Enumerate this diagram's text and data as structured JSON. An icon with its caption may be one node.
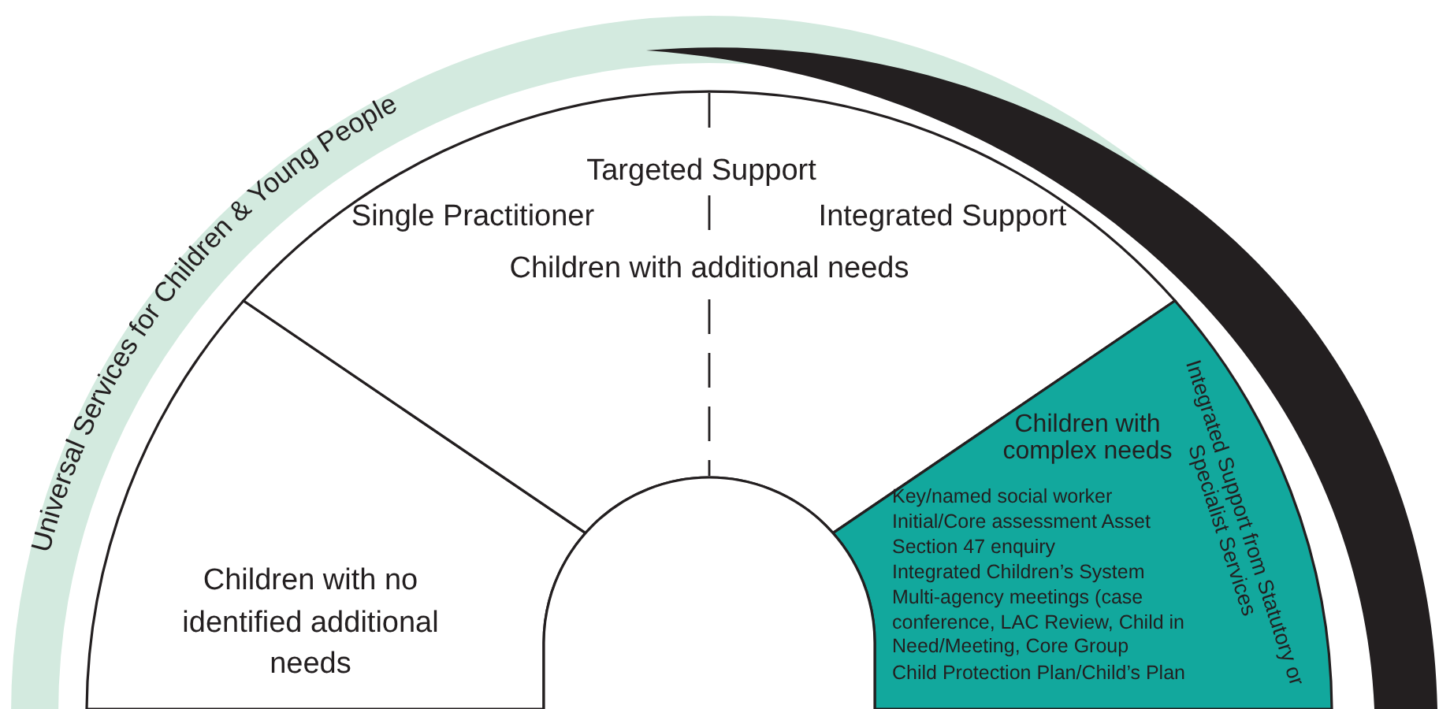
{
  "diagram": {
    "nodes": [
      {
        "text": [
          "Universal Services for Children & Young People"
        ]
      },
      {
        "text": [
          "Children with no identified additional needs"
        ]
      },
      {
        "text": [
          "Targeted Support",
          "Single Practitioner",
          "Integrated Support",
          "Children with additional needs"
        ]
      },
      {
        "text": [
          "Children with complex needs",
          "Key/named social worker",
          "Initial/Core assessment Asset",
          "Section 47 enquiry",
          "Integrated Children’s System",
          "Multi-agency meetings (case conference, LAC Review, Child in Need/Meeting, Core Group",
          "Child Protection Plan/Child’s Plan",
          "Integrated Support from Statutory or Specialist Services"
        ]
      },
      {
        "text": [],
        "shape": "circle"
      }
    ],
    "edges": []
  }
}
